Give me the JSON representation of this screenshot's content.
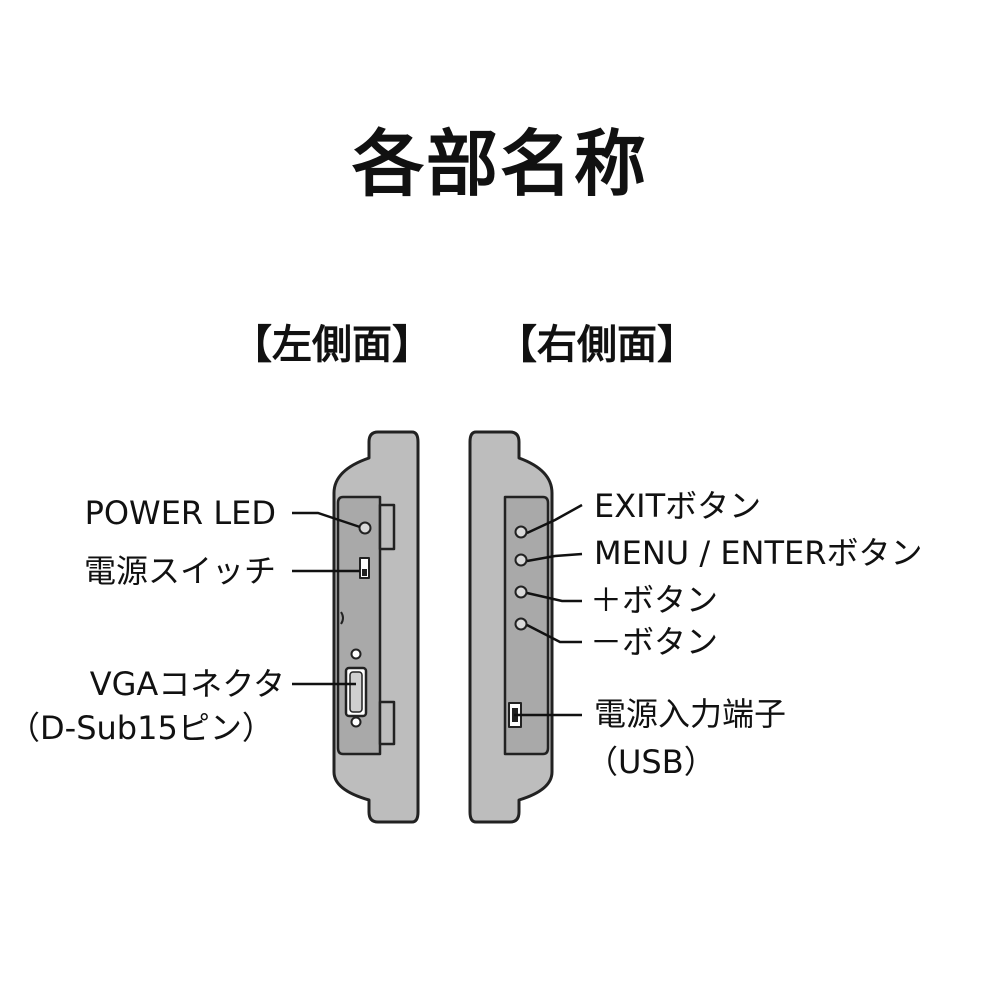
{
  "title": "各部名称",
  "left_side": {
    "heading": "【左側面】",
    "labels": {
      "power_led": "POWER LED",
      "power_switch": "電源スイッチ",
      "vga_line1": "VGAコネクタ",
      "vga_line2": "（D-Sub15ピン）"
    }
  },
  "right_side": {
    "heading": "【右側面】",
    "labels": {
      "exit": "EXITボタン",
      "menu_enter": "MENU / ENTERボタン",
      "plus": "＋ボタン",
      "minus": "－ボタン",
      "usb_line1": "電源入力端子",
      "usb_line2": "（USB）"
    }
  }
}
